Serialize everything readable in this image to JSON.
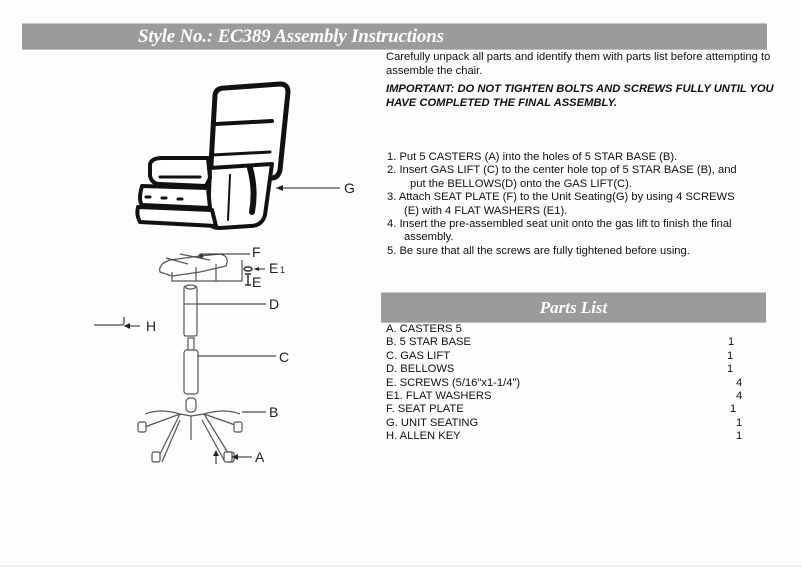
{
  "header": {
    "title": "Style No.: EC389 Assembly Instructions",
    "bar_color": "#9b9b9b"
  },
  "intro": {
    "text": "Carefully unpack all parts and identify them with parts list before attempting to assemble the chair.",
    "important": "IMPORTANT: DO NOT TIGHTEN BOLTS AND SCREWS FULLY UNTIL YOU HAVE COMPLETED THE FINAL ASSEMBLY."
  },
  "steps": [
    {
      "line1": "1. Put 5 CASTERS (A) into the holes of 5 STAR BASE (B).",
      "line2": ""
    },
    {
      "line1": "2. Insert GAS LIFT (C) to the center hole top of 5 STAR BASE (B), and",
      "line2": "put the BELLOWS(D) onto the GAS LIFT(C)."
    },
    {
      "line1": "3. Attach SEAT PLATE (F) to the Unit Seating(G) by using 4 SCREWS",
      "line2": "(E) with 4 FLAT WASHERS (E1)."
    },
    {
      "line1": "4. Insert the pre-assembled seat unit onto the gas lift to finish the final",
      "line2": "assembly."
    },
    {
      "line1": "5. Be sure that all the screws are fully tightened before using.",
      "line2": ""
    }
  ],
  "parts_list": {
    "title": "Parts List",
    "items": [
      {
        "name": "A. CASTERS 5",
        "qty": ""
      },
      {
        "name": "B. 5 STAR BASE",
        "qty": "1"
      },
      {
        "name": "C. GAS LIFT",
        "qty": "1"
      },
      {
        "name": "D. BELLOWS",
        "qty": "1"
      },
      {
        "name": "E. SCREWS (5/16\"x1-1/4\")",
        "qty": "4"
      },
      {
        "name": "E1. FLAT WASHERS",
        "qty": "4"
      },
      {
        "name": "F. SEAT PLATE",
        "qty": "1"
      },
      {
        "name": "G. UNIT SEATING",
        "qty": "1"
      },
      {
        "name": "H. ALLEN KEY",
        "qty": "1"
      }
    ]
  },
  "diagram": {
    "labels": {
      "G": "G",
      "F": "F",
      "E1": "E",
      "E1_sub": "1",
      "E": "E",
      "D": "D",
      "H": "H",
      "C": "C",
      "B": "B",
      "A": "A"
    }
  }
}
